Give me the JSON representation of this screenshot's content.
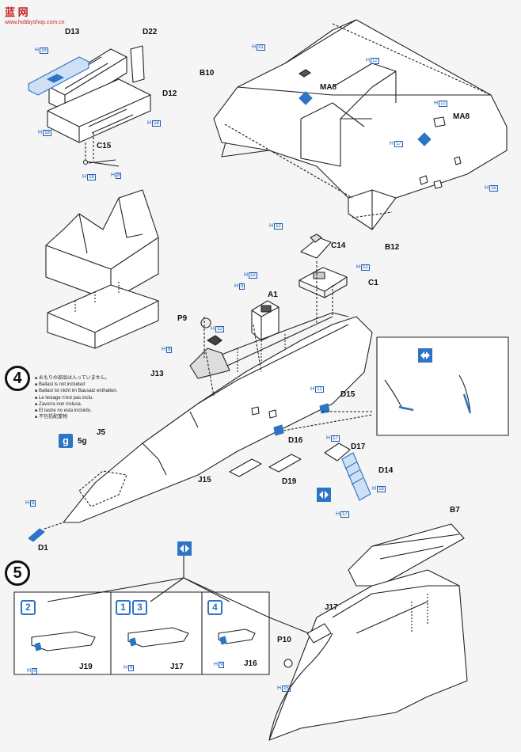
{
  "watermark": {
    "title": "蓝 网",
    "url": "www.hobbyshop.com.cn"
  },
  "steps": {
    "four": "4",
    "five": "5"
  },
  "ballast": {
    "weight_label": "5g",
    "notes": [
      "おもりの部品は入っていません。",
      "Ballast is not included",
      "Ballast ist nicht im Bausatz enthalten.",
      "Le lestage n'est pas inclu.",
      "Zavorra non inclusa.",
      "El lastre no esta incluido.",
      "不包括配重物"
    ]
  },
  "parts": {
    "d13": "D13",
    "d22": "D22",
    "d12": "D12",
    "c15": "C15",
    "b10": "B10",
    "ma8a": "MA8",
    "ma8b": "MA8",
    "b12": "B12",
    "c14": "C14",
    "c1": "C1",
    "a1": "A1",
    "p9": "P9",
    "j13": "J13",
    "d15": "D15",
    "d16": "D16",
    "d17": "D17",
    "j5": "J5",
    "j15": "J15",
    "d19": "D19",
    "d14": "D14",
    "d1": "D1",
    "b7": "B7",
    "j17a": "J17",
    "p10": "P10",
    "j19": "J19",
    "j17b": "J17",
    "j16": "J16"
  },
  "callouts": {
    "h16": "H",
    "h16n": "16",
    "h18": "H",
    "h18n": "18",
    "h31": "H",
    "h31n": "31",
    "h12": "H",
    "h12n": "12",
    "h17": "H",
    "h17n": "17",
    "h8": "H",
    "h8n": "8",
    "h15": "H",
    "h15n": "15",
    "h9": "H",
    "h9n": "9"
  },
  "variants": {
    "v1": "2",
    "v2a": "1",
    "v2b": "3",
    "v3": "4"
  },
  "colors": {
    "accent": "#2c74c6",
    "line": "#222222",
    "paper": "#f5f5f5"
  }
}
